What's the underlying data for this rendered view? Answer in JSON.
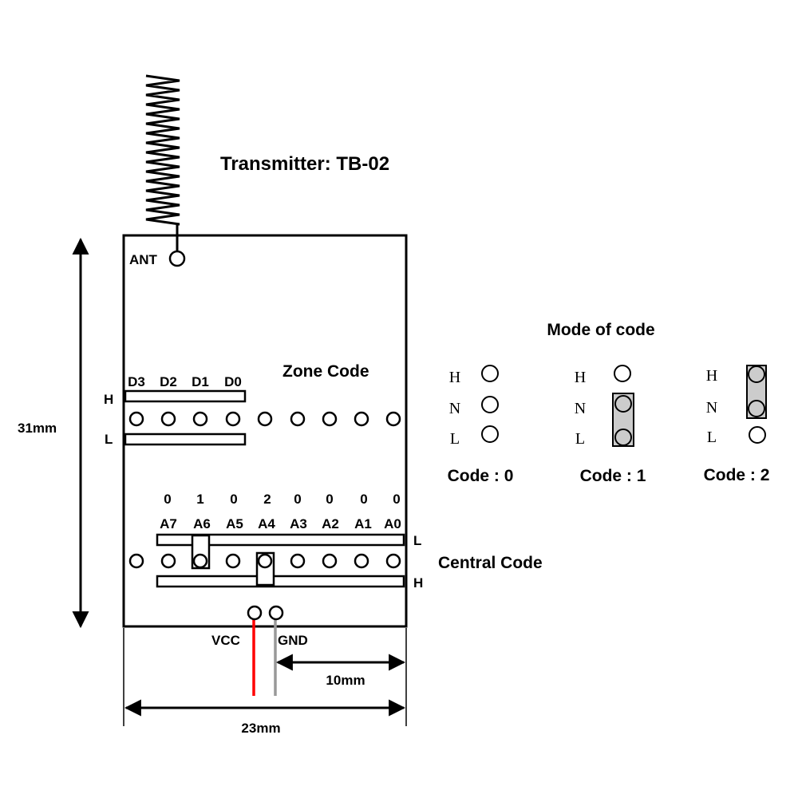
{
  "title": "Transmitter: TB-02",
  "ant_label": "ANT",
  "zone": {
    "heading": "Zone Code",
    "pins": [
      "D3",
      "D2",
      "D1",
      "D0"
    ],
    "h_label": "H",
    "l_label": "L"
  },
  "central": {
    "heading": "Central Code",
    "pins": [
      "A7",
      "A6",
      "A5",
      "A4",
      "A3",
      "A2",
      "A1",
      "A0"
    ],
    "values": [
      "0",
      "1",
      "0",
      "2",
      "0",
      "0",
      "0",
      "0"
    ],
    "l_label": "L",
    "h_label": "H"
  },
  "power": {
    "vcc": "VCC",
    "gnd": "GND",
    "vcc_color": "#ff0000",
    "gnd_color": "#999999"
  },
  "dimensions": {
    "height": "31mm",
    "width": "23mm",
    "offset": "10mm"
  },
  "modes": {
    "heading": "Mode of code",
    "levels": [
      "H",
      "N",
      "L"
    ],
    "items": [
      {
        "caption": "Code : 0"
      },
      {
        "caption": "Code : 1"
      },
      {
        "caption": "Code : 2"
      }
    ],
    "jumper_color": "#cccccc"
  }
}
